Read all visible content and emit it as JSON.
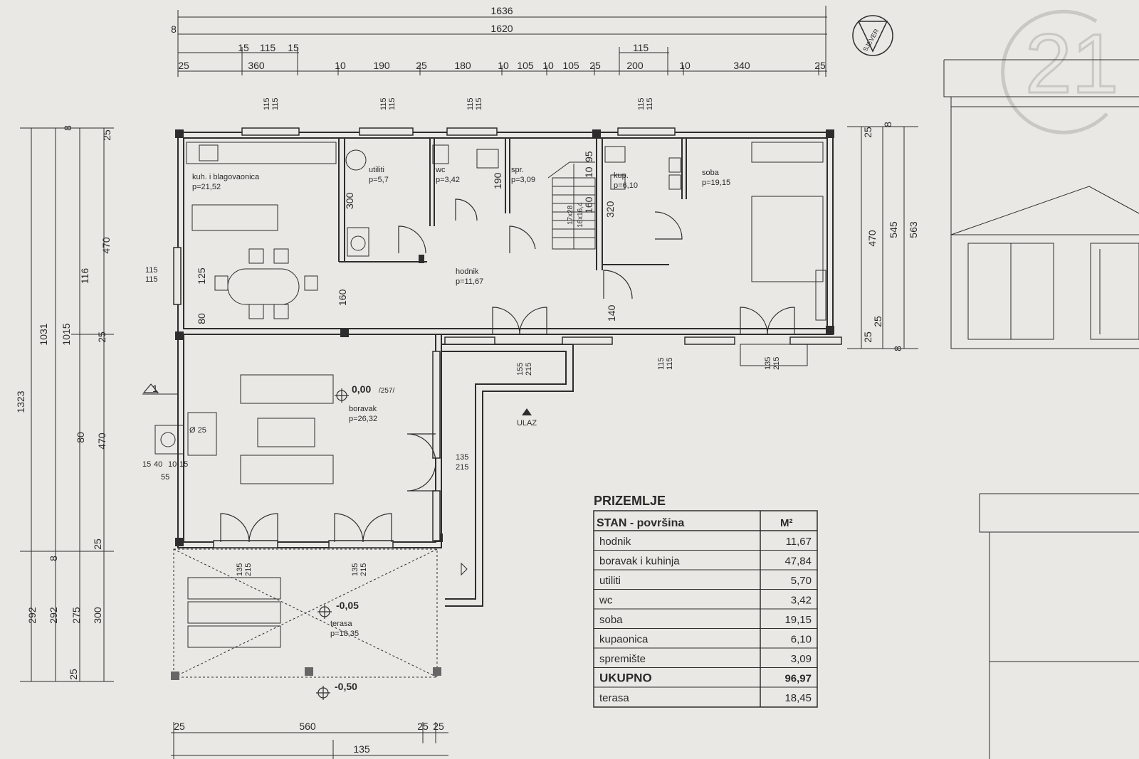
{
  "dims_top": {
    "overall": "1636",
    "inner": "1620",
    "offset": "8",
    "sub": [
      "15",
      "115",
      "15",
      "115"
    ],
    "segments": [
      "25",
      "360",
      "10",
      "190",
      "25",
      "180",
      "10",
      "105",
      "10",
      "105",
      "25",
      "200",
      "10",
      "340",
      "25"
    ]
  },
  "dims_left": [
    "1323",
    "1031",
    "1015",
    "116",
    "470",
    "470",
    "80",
    "292",
    "292",
    "275",
    "300",
    "125",
    "80",
    "25",
    "25",
    "25",
    "8",
    "8",
    "25"
  ],
  "dims_right": [
    "470",
    "545",
    "563",
    "25",
    "8",
    "25",
    "25",
    "8"
  ],
  "dims_bottom": [
    "25",
    "560",
    "25",
    "25",
    "135"
  ],
  "openings": {
    "win_115": "115",
    "door_135": "135",
    "door_215": "215",
    "door_155": "155",
    "d_300": "300",
    "d_190": "190",
    "d_160": "160",
    "d_140": "140",
    "d_320": "320",
    "d_95": "95",
    "d_10": "10",
    "d_1728": "17x28",
    "d_1616": "16x16,4",
    "fire": [
      "15",
      "40",
      "10",
      "15"
    ],
    "fire_total": "55",
    "chimney": "Ø 25"
  },
  "rooms": [
    {
      "name": "kuh. i blagovaonica",
      "area": "p=21,52"
    },
    {
      "name": "utiliti",
      "area": "p=5,7"
    },
    {
      "name": "wc",
      "area": "p=3,42"
    },
    {
      "name": "spr.",
      "area": "p=3,09"
    },
    {
      "name": "kup.",
      "area": "p=6,10"
    },
    {
      "name": "soba",
      "area": "p=19,15"
    },
    {
      "name": "hodnik",
      "area": "p=11,67"
    },
    {
      "name": "boravak",
      "area": "p=26,32"
    },
    {
      "name": "terasa",
      "area": "p=18,35"
    }
  ],
  "levels": {
    "main": "0,00",
    "main_note": "/257/",
    "terrace": "-0,05",
    "ground": "-0,50"
  },
  "section_mark": "1",
  "entrance": "ULAZ",
  "north": "SJEVER",
  "logo_text": "21",
  "table": {
    "title": "PRIZEMLJE",
    "header": [
      "STAN - površina",
      "M²"
    ],
    "rows": [
      [
        "hodnik",
        "11,67"
      ],
      [
        "boravak i kuhinja",
        "47,84"
      ],
      [
        "utiliti",
        "5,70"
      ],
      [
        "wc",
        "3,42"
      ],
      [
        "soba",
        "19,15"
      ],
      [
        "kupaonica",
        "6,10"
      ],
      [
        "spremište",
        "3,09"
      ],
      [
        "UKUPNO",
        "96,97"
      ],
      [
        "terasa",
        "18,45"
      ]
    ]
  },
  "colors": {
    "paper": "#e9e8e4",
    "line": "#2d2d2d",
    "logo": "#c9c8c4"
  }
}
